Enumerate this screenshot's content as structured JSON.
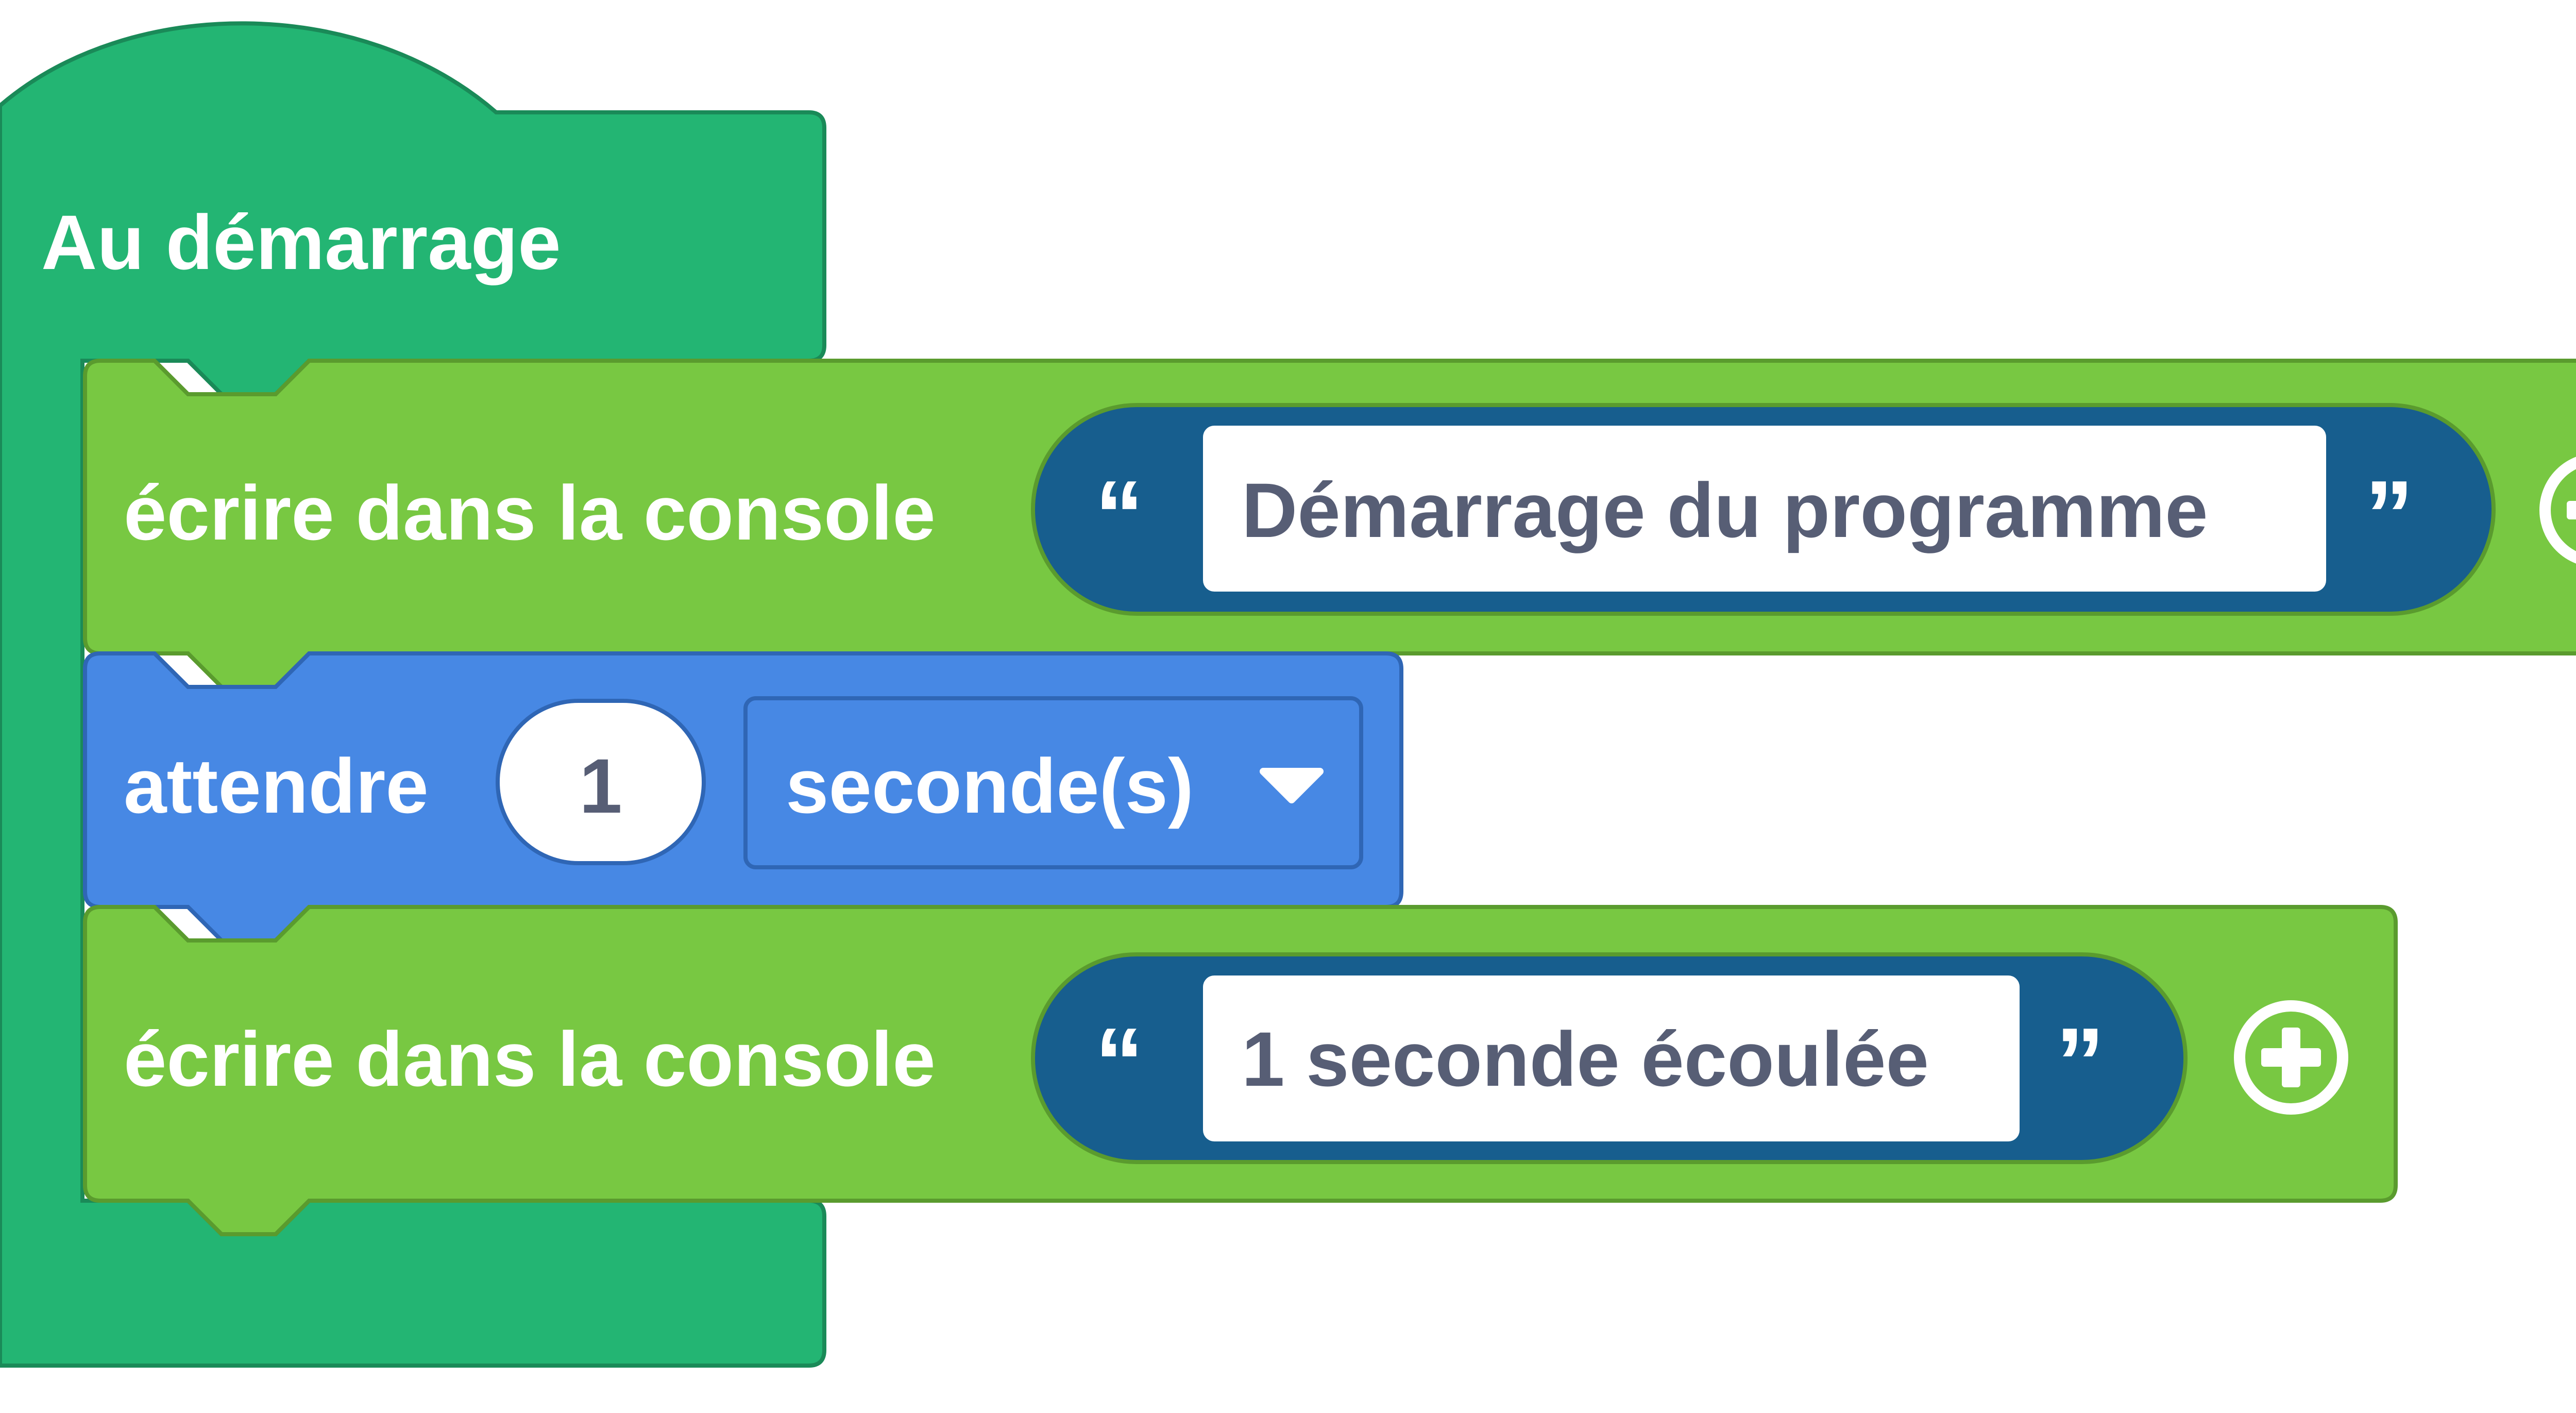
{
  "hat": {
    "label": "Au démarrage"
  },
  "blocks": [
    {
      "type": "print",
      "label": "écrire dans la console",
      "open_quote": "“",
      "text": "Démarrage du programme",
      "close_quote": "”",
      "add_icon": "plus-circle-icon"
    },
    {
      "type": "wait",
      "label": "attendre",
      "amount": "1",
      "unit": "seconde(s)",
      "dropdown_icon": "triangle-down-icon"
    },
    {
      "type": "print",
      "label": "écrire dans la console",
      "open_quote": "“",
      "text": "1 seconde écoulée",
      "close_quote": "”",
      "add_icon": "plus-circle-icon"
    }
  ],
  "colors": {
    "hat_fill": "#23b573",
    "hat_stroke": "#1a8a58",
    "print_fill": "#78c842",
    "print_stroke": "#5a9b2e",
    "wait_fill": "#4788e4",
    "wait_stroke": "#2f66b5",
    "string_fill": "#175e8e",
    "string_stroke": "#5a9b2e",
    "field_fill": "#ffffff",
    "text_dark": "#575e75"
  }
}
